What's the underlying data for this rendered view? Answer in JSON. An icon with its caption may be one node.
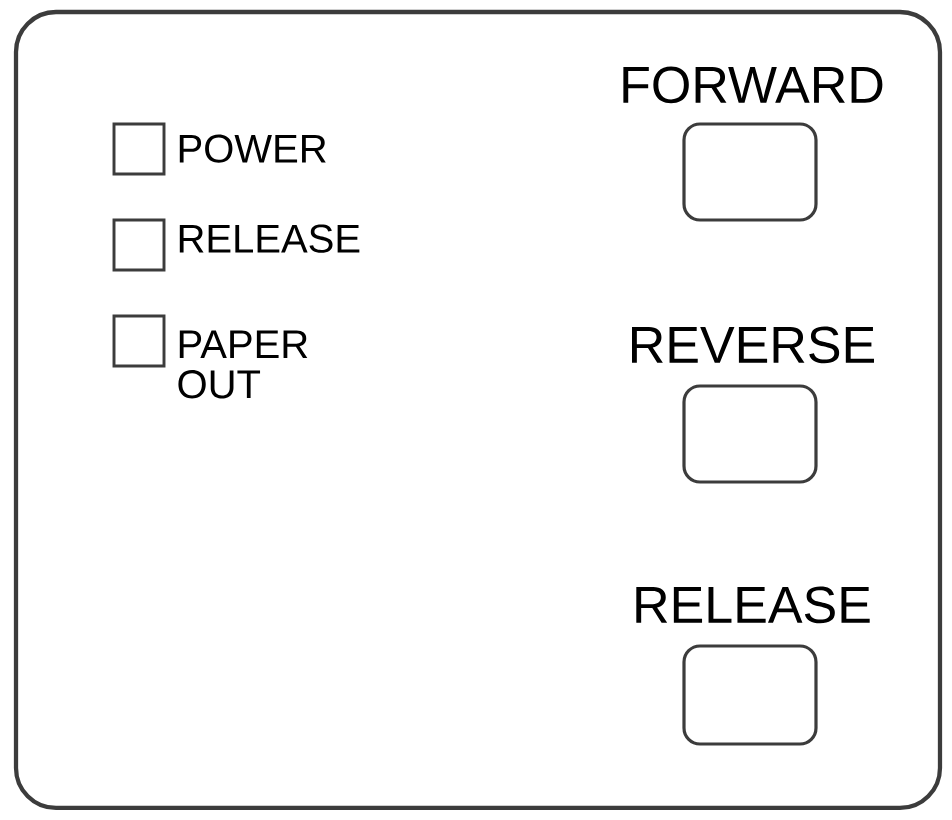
{
  "diagram": {
    "nodes": [
      {
        "text": [],
        "shape": "box"
      },
      {
        "text": [
          "POWER"
        ],
        "in": 0
      },
      {
        "text": [
          "RELEASE"
        ],
        "in": 0
      },
      {
        "text": [
          "PAPER OUT"
        ],
        "in": 0
      },
      {
        "text": [
          "FORWARD"
        ],
        "in": 0
      },
      {
        "text": [
          "REVERSE"
        ],
        "in": 0
      },
      {
        "text": [
          "RELEASE"
        ],
        "in": 0
      }
    ]
  }
}
